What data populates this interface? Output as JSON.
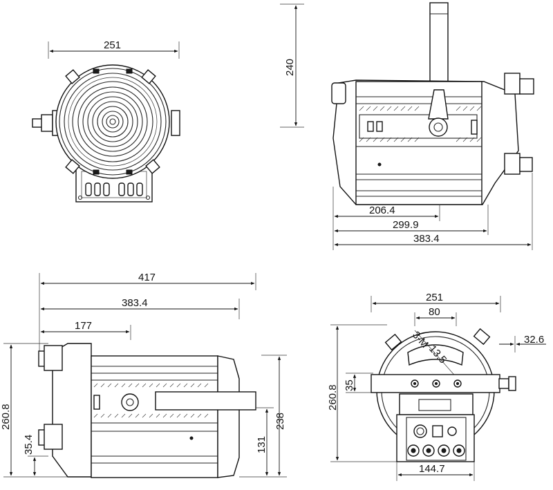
{
  "views": {
    "front": {
      "width_label": "251"
    },
    "side_top": {
      "height_label": "240",
      "len1_label": "206.4",
      "len2_label": "299.9",
      "len3_label": "383.4"
    },
    "side_bottom": {
      "len1_label": "417",
      "len2_label": "383.4",
      "len3_label": "177",
      "height_left_label": "260.8",
      "low_left_label": "35.4",
      "height_right_label": "238",
      "low_right_label": "131"
    },
    "rear": {
      "width_label": "251",
      "inner_width_label": "80",
      "offset_label": "32.6",
      "height_label": "260.8",
      "small_label": "35",
      "hole_label_a": "3-M",
      "hole_label_b": "13.5",
      "base_width_label": "144.7"
    }
  }
}
